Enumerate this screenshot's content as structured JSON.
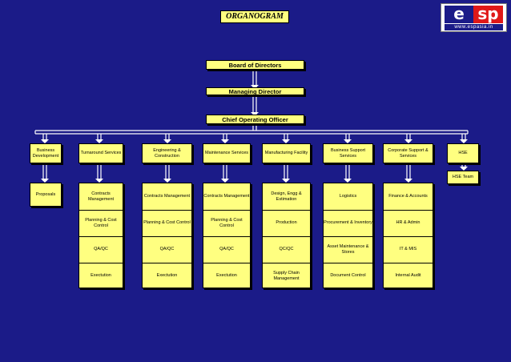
{
  "title": "ORGANOGRAM",
  "logo": {
    "left": "e",
    "right": "sp",
    "url": "www.espasia.in"
  },
  "top": {
    "board": "Board of Directors",
    "md": "Managing Director",
    "coo": "Chief Operating Officer"
  },
  "departments": [
    {
      "name": "Business Development",
      "items": [
        "Proposals"
      ]
    },
    {
      "name": "Turnaround Services",
      "items": [
        "Contracts Management",
        "Planning & Cost Control",
        "QA/QC",
        "Exectution"
      ]
    },
    {
      "name": "Engineering & Construction",
      "items": [
        "Contracts Management",
        "Planning & Cost Control",
        "QA/QC",
        "Exectution"
      ]
    },
    {
      "name": "Maintenance Services",
      "items": [
        "Contracts Management",
        "Planning & Cost Control",
        "QA/QC",
        "Exectution"
      ]
    },
    {
      "name": "Manufacturing Facility",
      "items": [
        "Design, Engg & Estimation",
        "Production",
        "QC/QC",
        "Supply Chain Management"
      ]
    },
    {
      "name": "Business Support Services",
      "items": [
        "Logistics",
        "Procurement & Inventory",
        "Asset Maintenance & Stores",
        "Document Control"
      ]
    },
    {
      "name": "Corporate Support & Services",
      "items": [
        "Finance & Accounts",
        "HR & Admin",
        "IT & MIS",
        "Internal Audit"
      ]
    },
    {
      "name": "HSE",
      "items": [
        "HSE Team"
      ]
    }
  ]
}
